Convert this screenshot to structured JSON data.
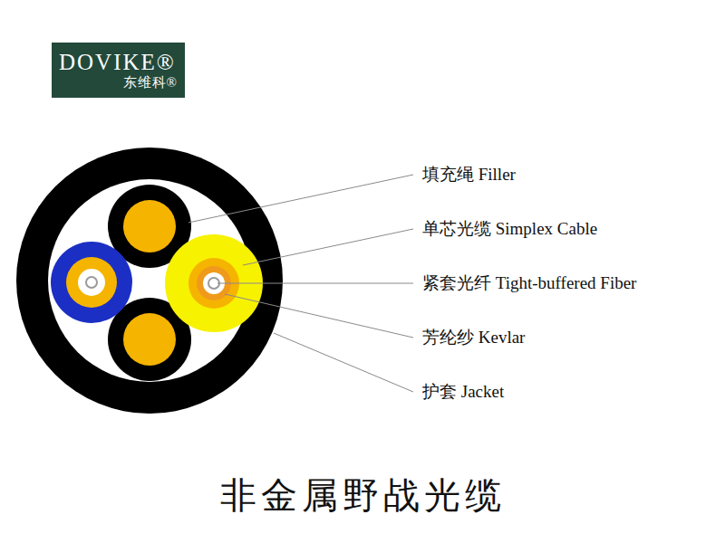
{
  "diagram": {
    "caption": "非金属野战光缆",
    "nodes": [
      {
        "text": [
          "DOVIKE®",
          "东维科®"
        ]
      }
    ],
    "labels": [
      "填充绳 Filler",
      "单芯光缆 Simplex Cable",
      "紧套光纤 Tight-buffered Fiber",
      "芳纶纱 Kevlar",
      "护套 Jacket"
    ]
  }
}
